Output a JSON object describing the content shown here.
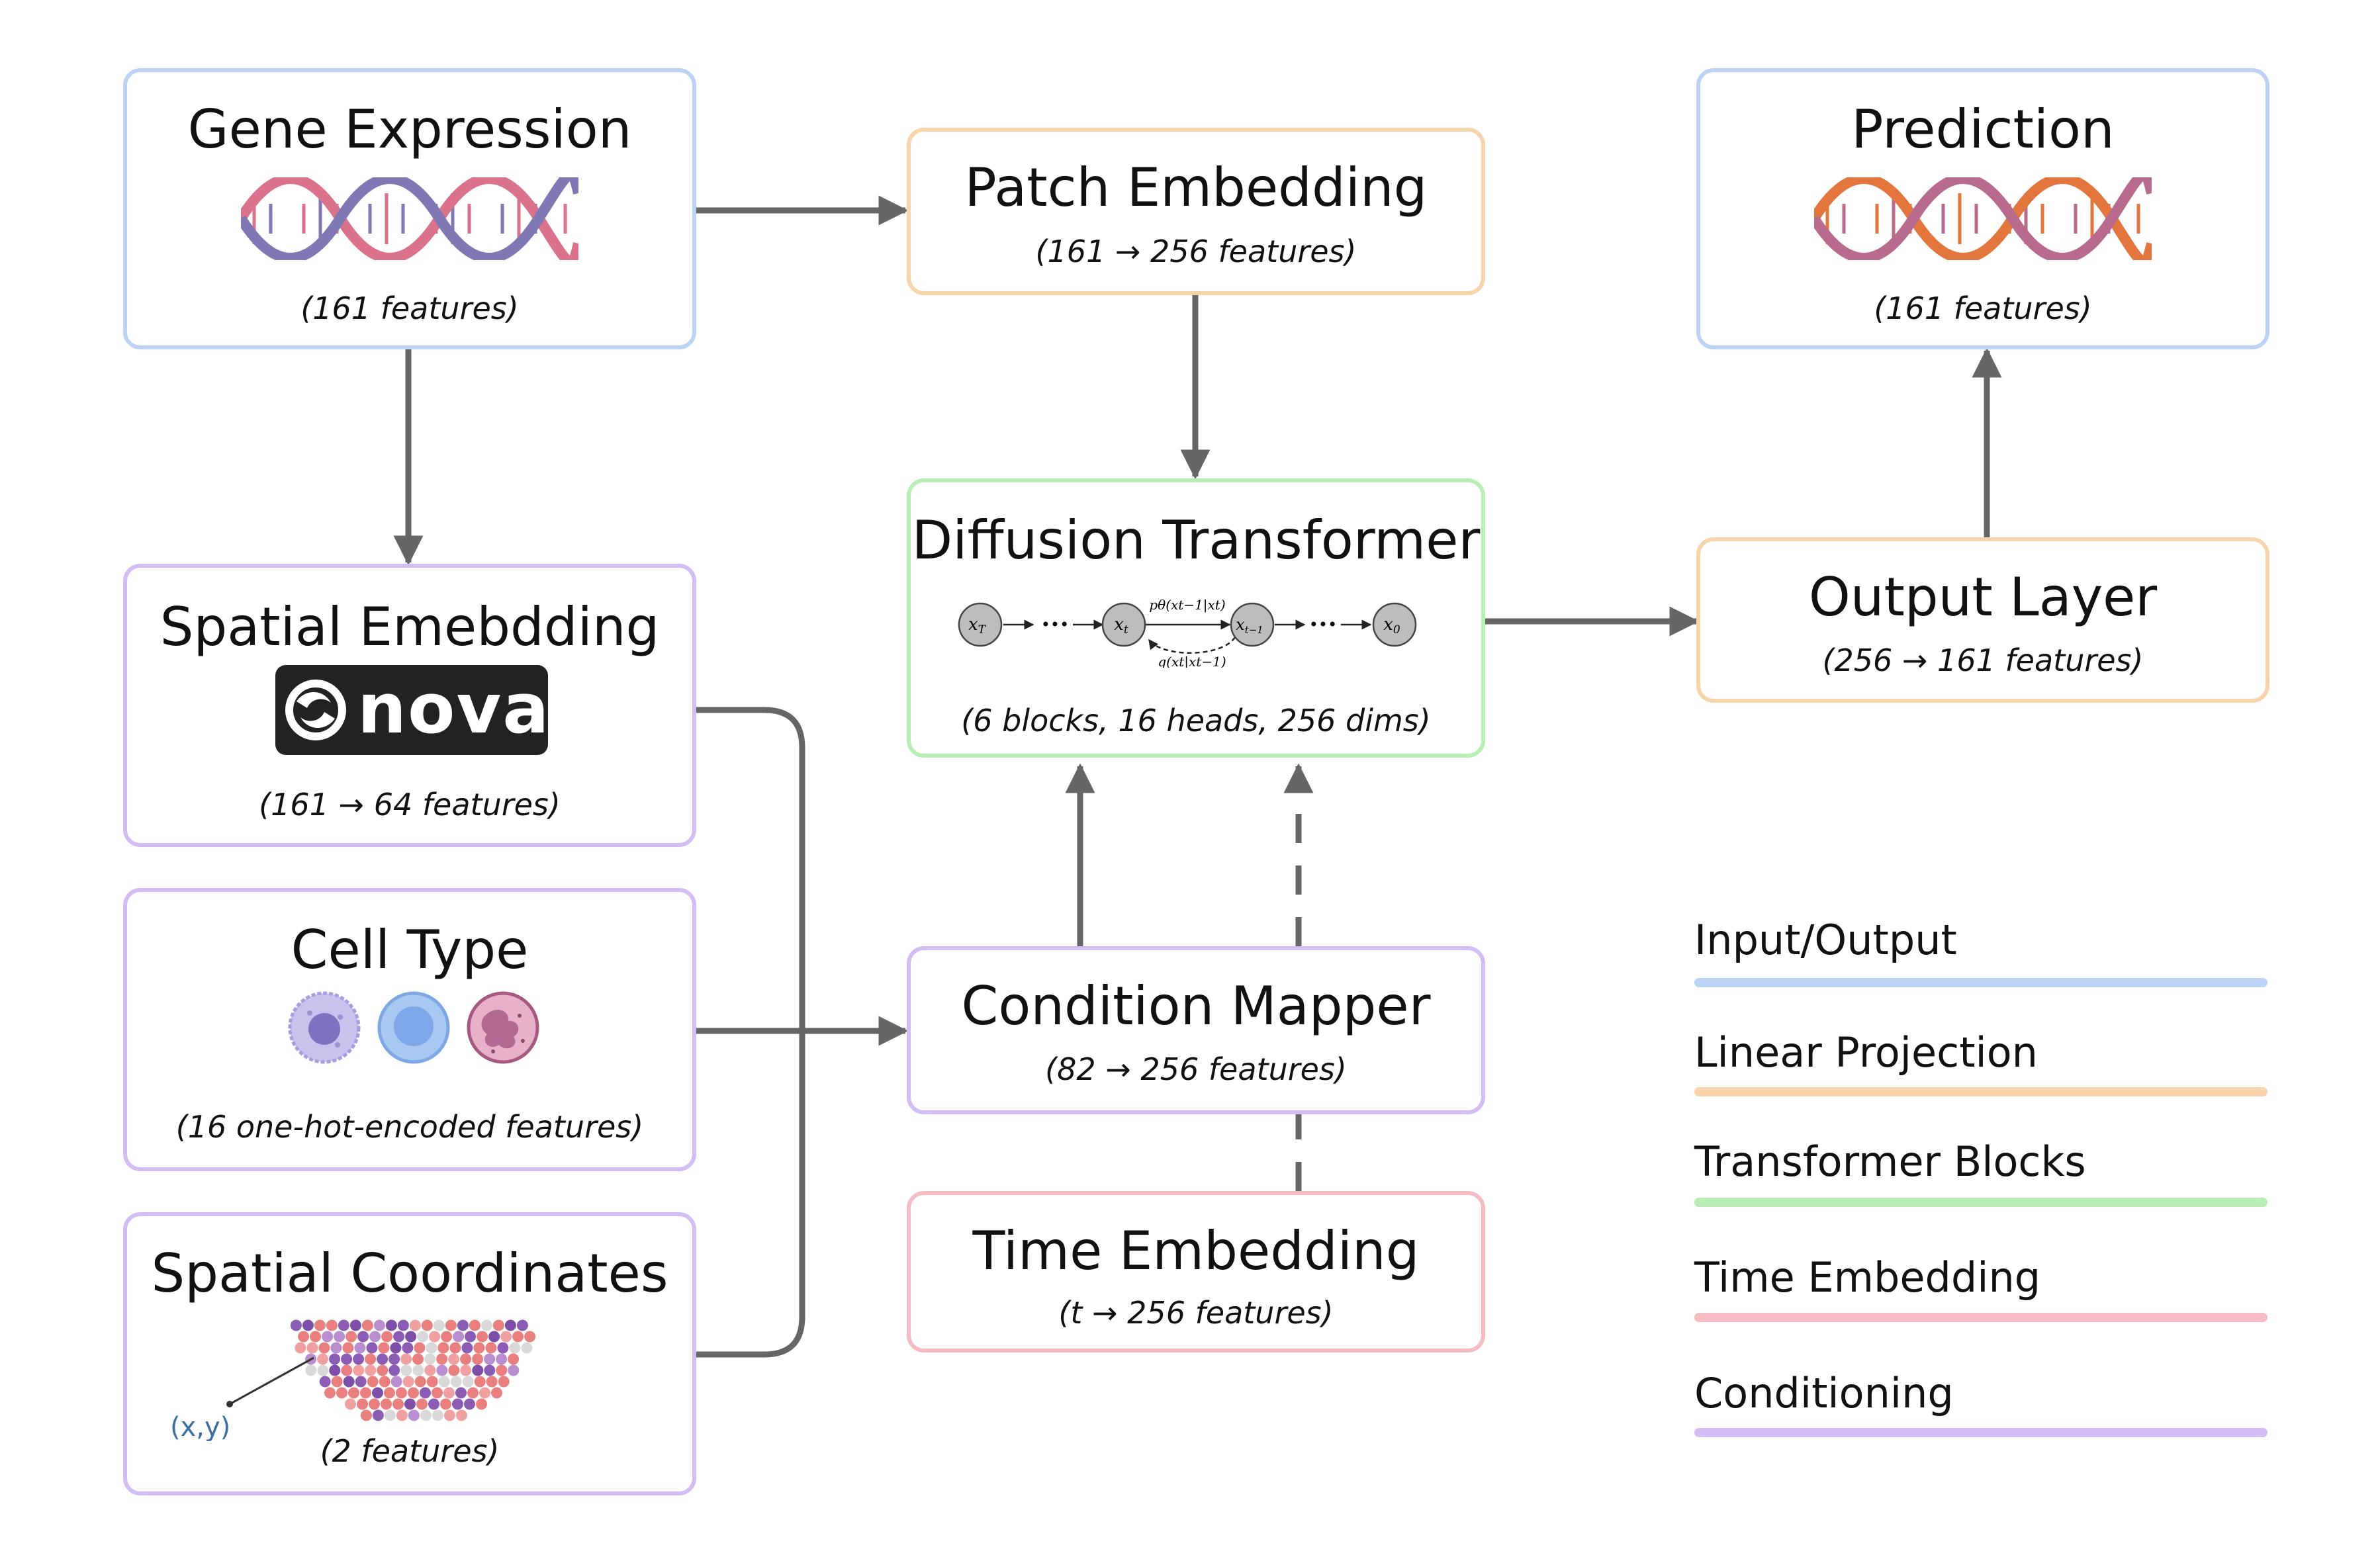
{
  "nodes": {
    "gene_expression": {
      "title": "Gene Expression",
      "sub": "(161 features)"
    },
    "patch_embedding": {
      "title": "Patch Embedding",
      "sub": "(161 → 256 features)"
    },
    "prediction": {
      "title": "Prediction",
      "sub": "(161 features)"
    },
    "spatial_embedding": {
      "title": "Spatial Emebdding",
      "sub": "(161 → 64 features)",
      "logo_text": "novae"
    },
    "diffusion_transformer": {
      "title": "Diffusion Transformer",
      "sub": "(6 blocks, 16 heads, 256 dims)",
      "chain": {
        "x_T": "x",
        "x_T_sub": "T",
        "x_t": "x",
        "x_t_sub": "t",
        "x_t1": "x",
        "x_t1_sub": "t−1",
        "x_0": "x",
        "x_0_sub": "0",
        "p_label": "pθ(xt−1|xt)",
        "q_label": "q(xt|xt−1)",
        "dots": "•••"
      }
    },
    "output_layer": {
      "title": "Output Layer",
      "sub": "(256 → 161 features)"
    },
    "cell_type": {
      "title": "Cell Type",
      "sub": "(16 one-hot-encoded features)"
    },
    "condition_mapper": {
      "title": "Condition Mapper",
      "sub": "(82 → 256 features)"
    },
    "spatial_coordinates": {
      "title": "Spatial Coordinates",
      "sub": "(2 features)",
      "marker_label": "(x,y)"
    },
    "time_embedding": {
      "title": "Time Embedding",
      "sub": "(t → 256 features)"
    }
  },
  "legend": [
    {
      "label": "Input/Output",
      "color": "#bcd3f6"
    },
    {
      "label": "Linear Projection",
      "color": "#f8d4ac"
    },
    {
      "label": "Transformer Blocks",
      "color": "#b8efb4"
    },
    {
      "label": "Time Embedding",
      "color": "#f6bcc3"
    },
    {
      "label": "Conditioning",
      "color": "#d2bdf4"
    }
  ],
  "colors": {
    "arrow": "#666666",
    "dna_input": [
      "#d9728a",
      "#7f78b4"
    ],
    "dna_prediction": [
      "#e3763c",
      "#b86b8c"
    ],
    "marker_label": "#3a6ea5"
  }
}
